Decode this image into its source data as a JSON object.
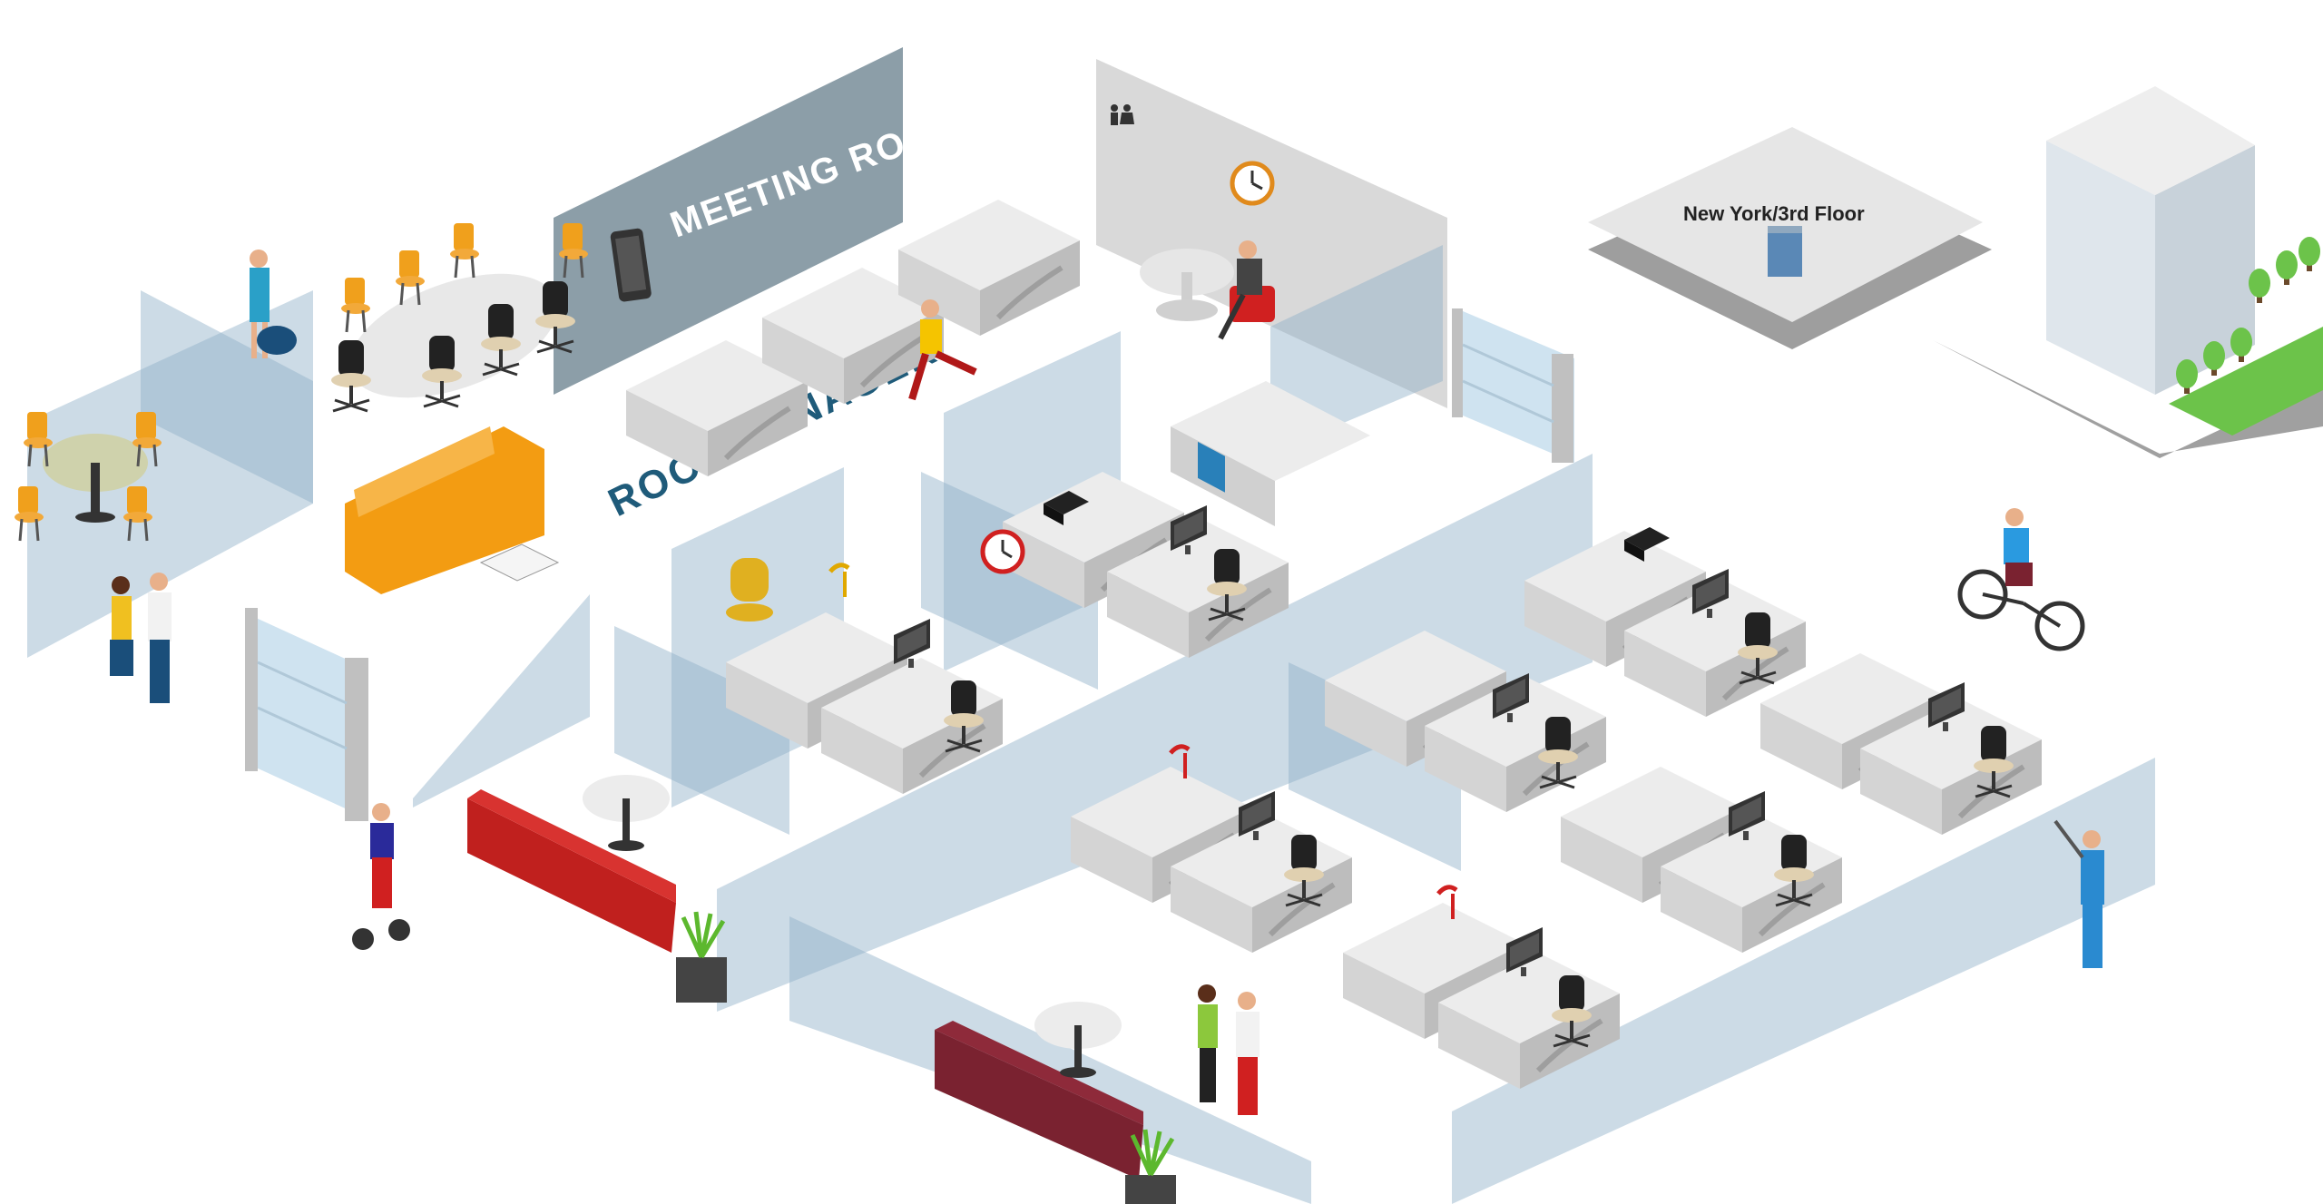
{
  "scene": {
    "meeting_room_sign": "MEETING ROOM",
    "brand_text": "ROOMMANAGER",
    "floor_label": "New York/3rd Floor"
  },
  "colors": {
    "glass": "#8fb0c8",
    "wall": "#d6d6d6",
    "meeting_wall": "#8c9ea8",
    "desk": "#e2e2e2",
    "orange_furniture": "#f39c12",
    "red_sofa": "#c0201e",
    "maroon_sofa": "#7a2230",
    "brand_blue": "#1f5b7a"
  },
  "icons": [
    "restroom-icon",
    "wall-clock-icon",
    "tablet-icon",
    "building-icon",
    "monitor-icon",
    "office-chair-icon",
    "plant-icon",
    "printer-icon",
    "desk-lamp-icon",
    "bicycle-icon",
    "segway-icon"
  ]
}
